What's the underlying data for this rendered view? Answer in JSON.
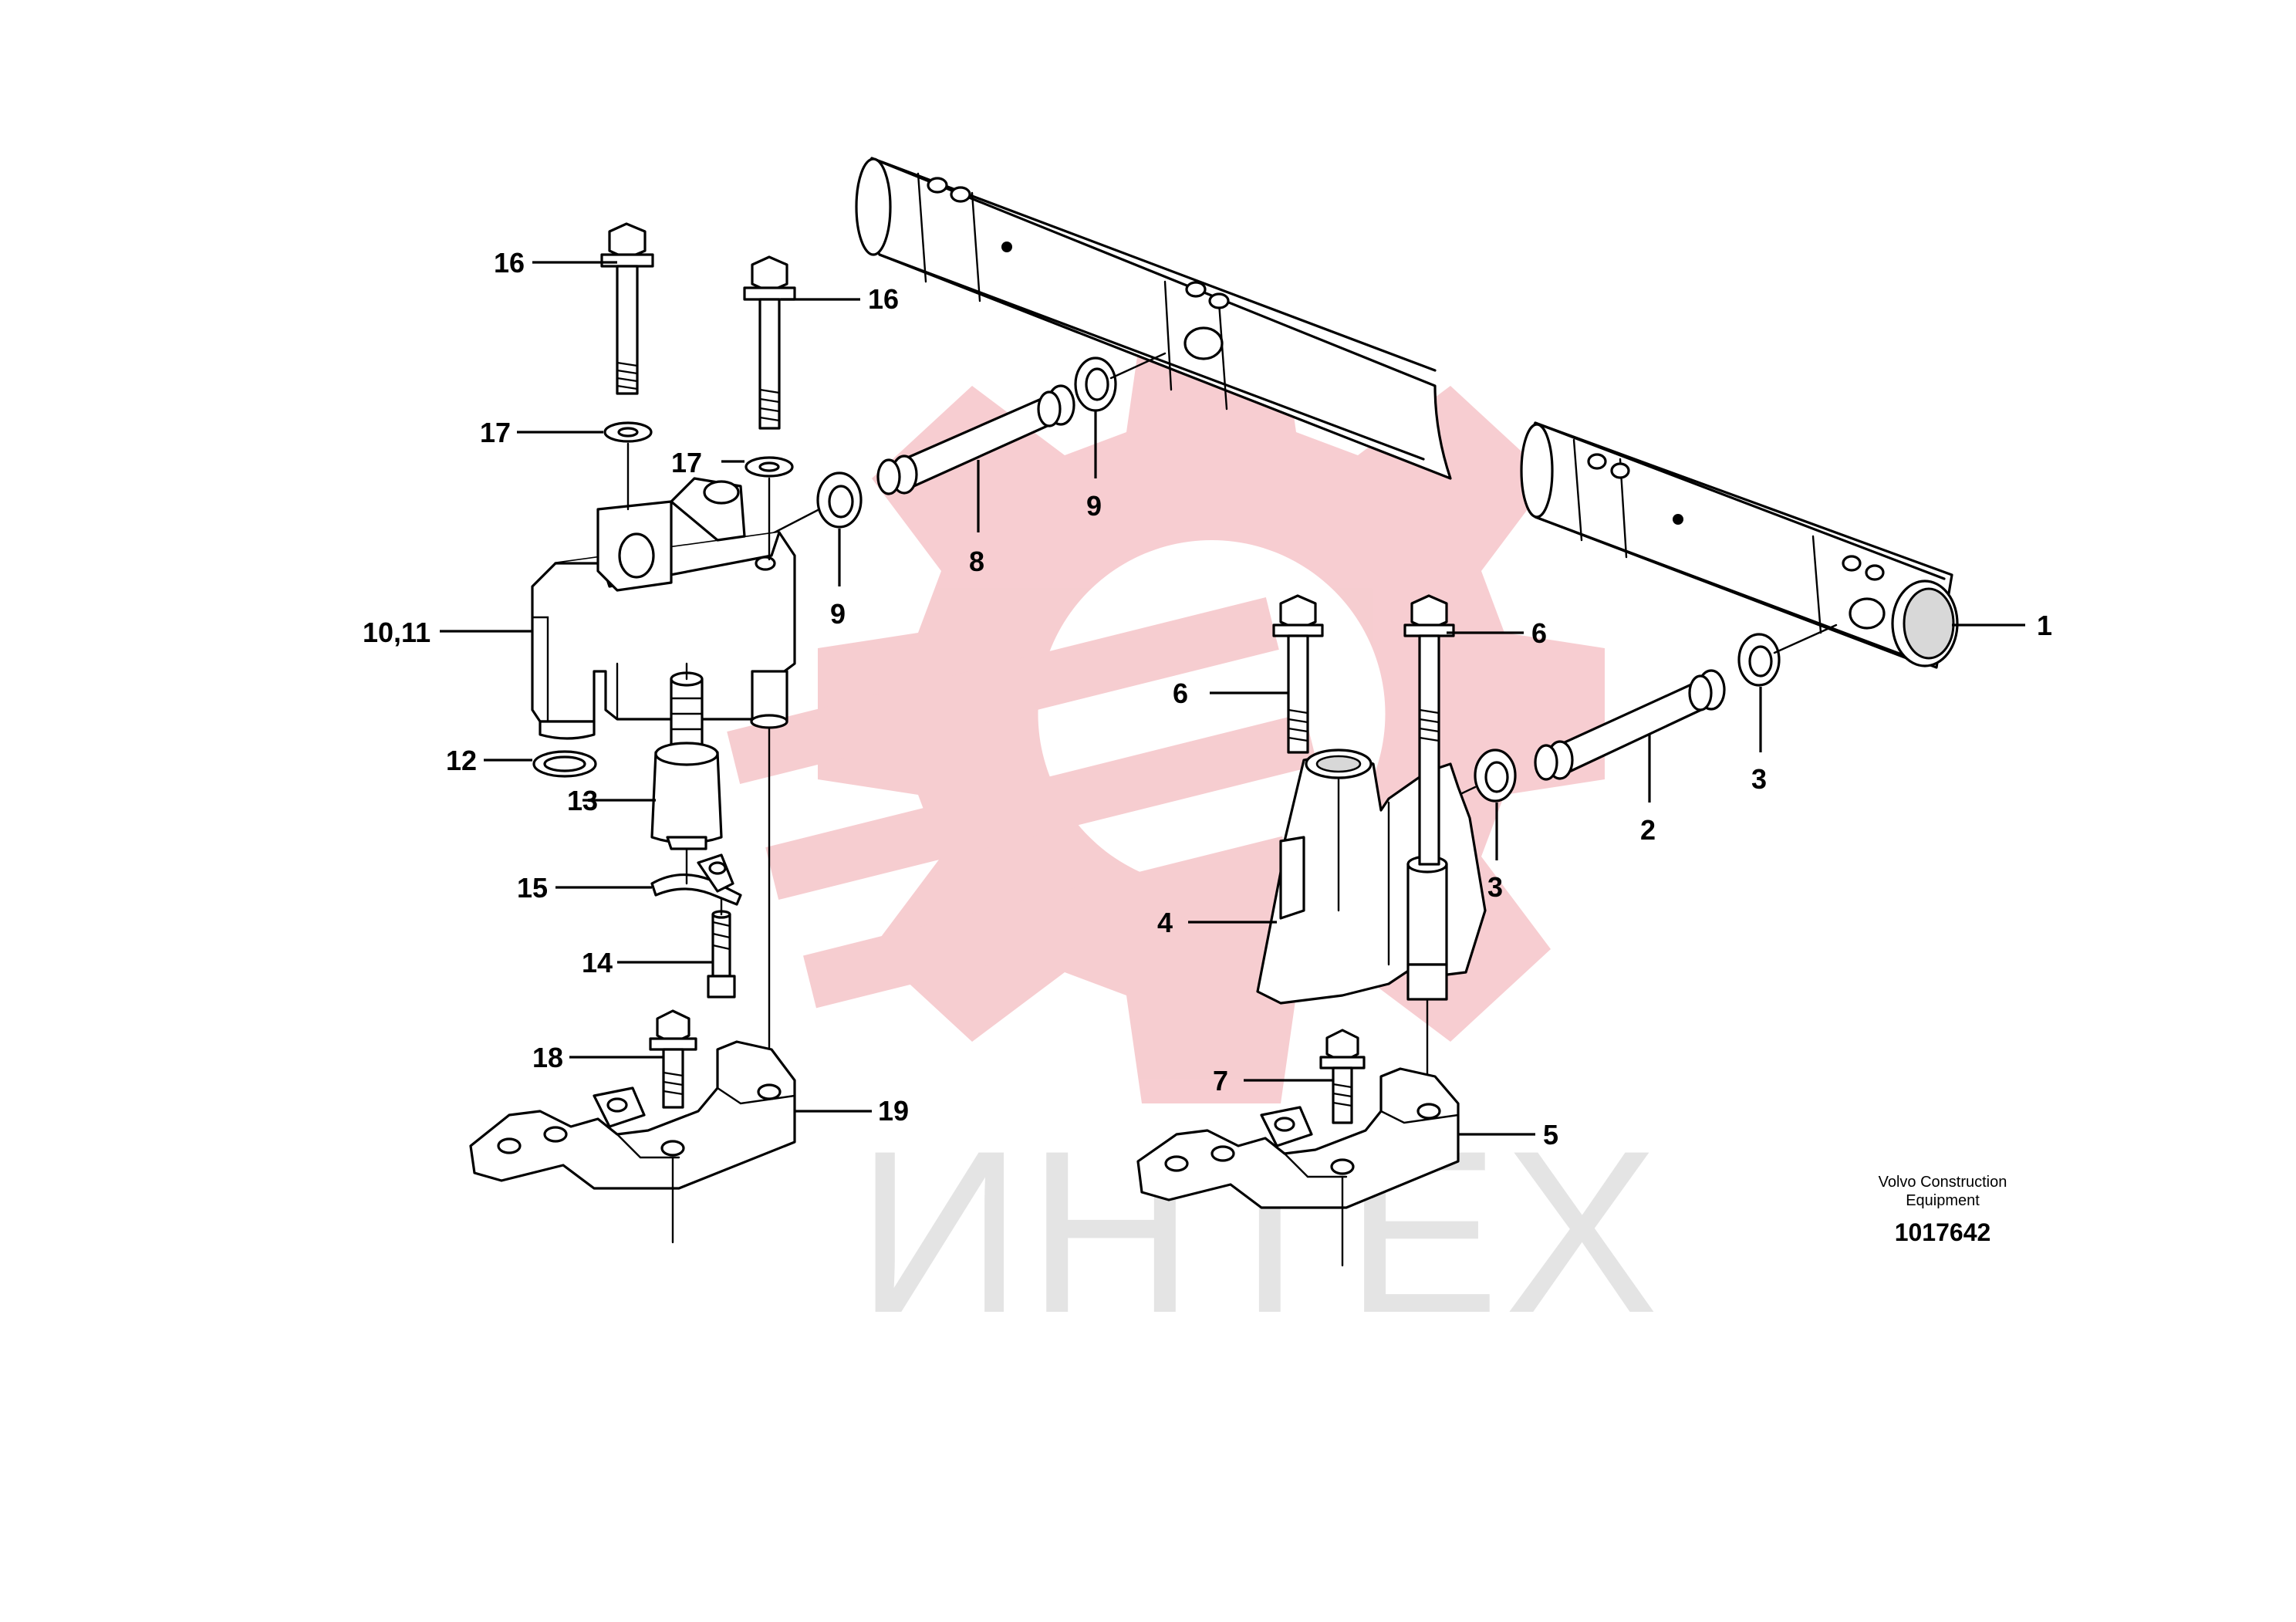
{
  "watermark": {
    "text": "ИНТЕХ",
    "gear_color": "#f6c8cc",
    "text_color": "#e4e4e4"
  },
  "callouts": {
    "c1": "1",
    "c2": "2",
    "c3a": "3",
    "c3b": "3",
    "c4": "4",
    "c5": "5",
    "c6a": "6",
    "c6b": "6",
    "c7": "7",
    "c8": "8",
    "c9a": "9",
    "c9b": "9",
    "c10": "10,11",
    "c12": "12",
    "c13": "13",
    "c14": "14",
    "c15": "15",
    "c16a": "16",
    "c16b": "16",
    "c17a": "17",
    "c17b": "17",
    "c18": "18",
    "c19": "19"
  },
  "credit": {
    "line1": "Volvo Construction",
    "line2": "Equipment",
    "doc_number": "1017642"
  }
}
